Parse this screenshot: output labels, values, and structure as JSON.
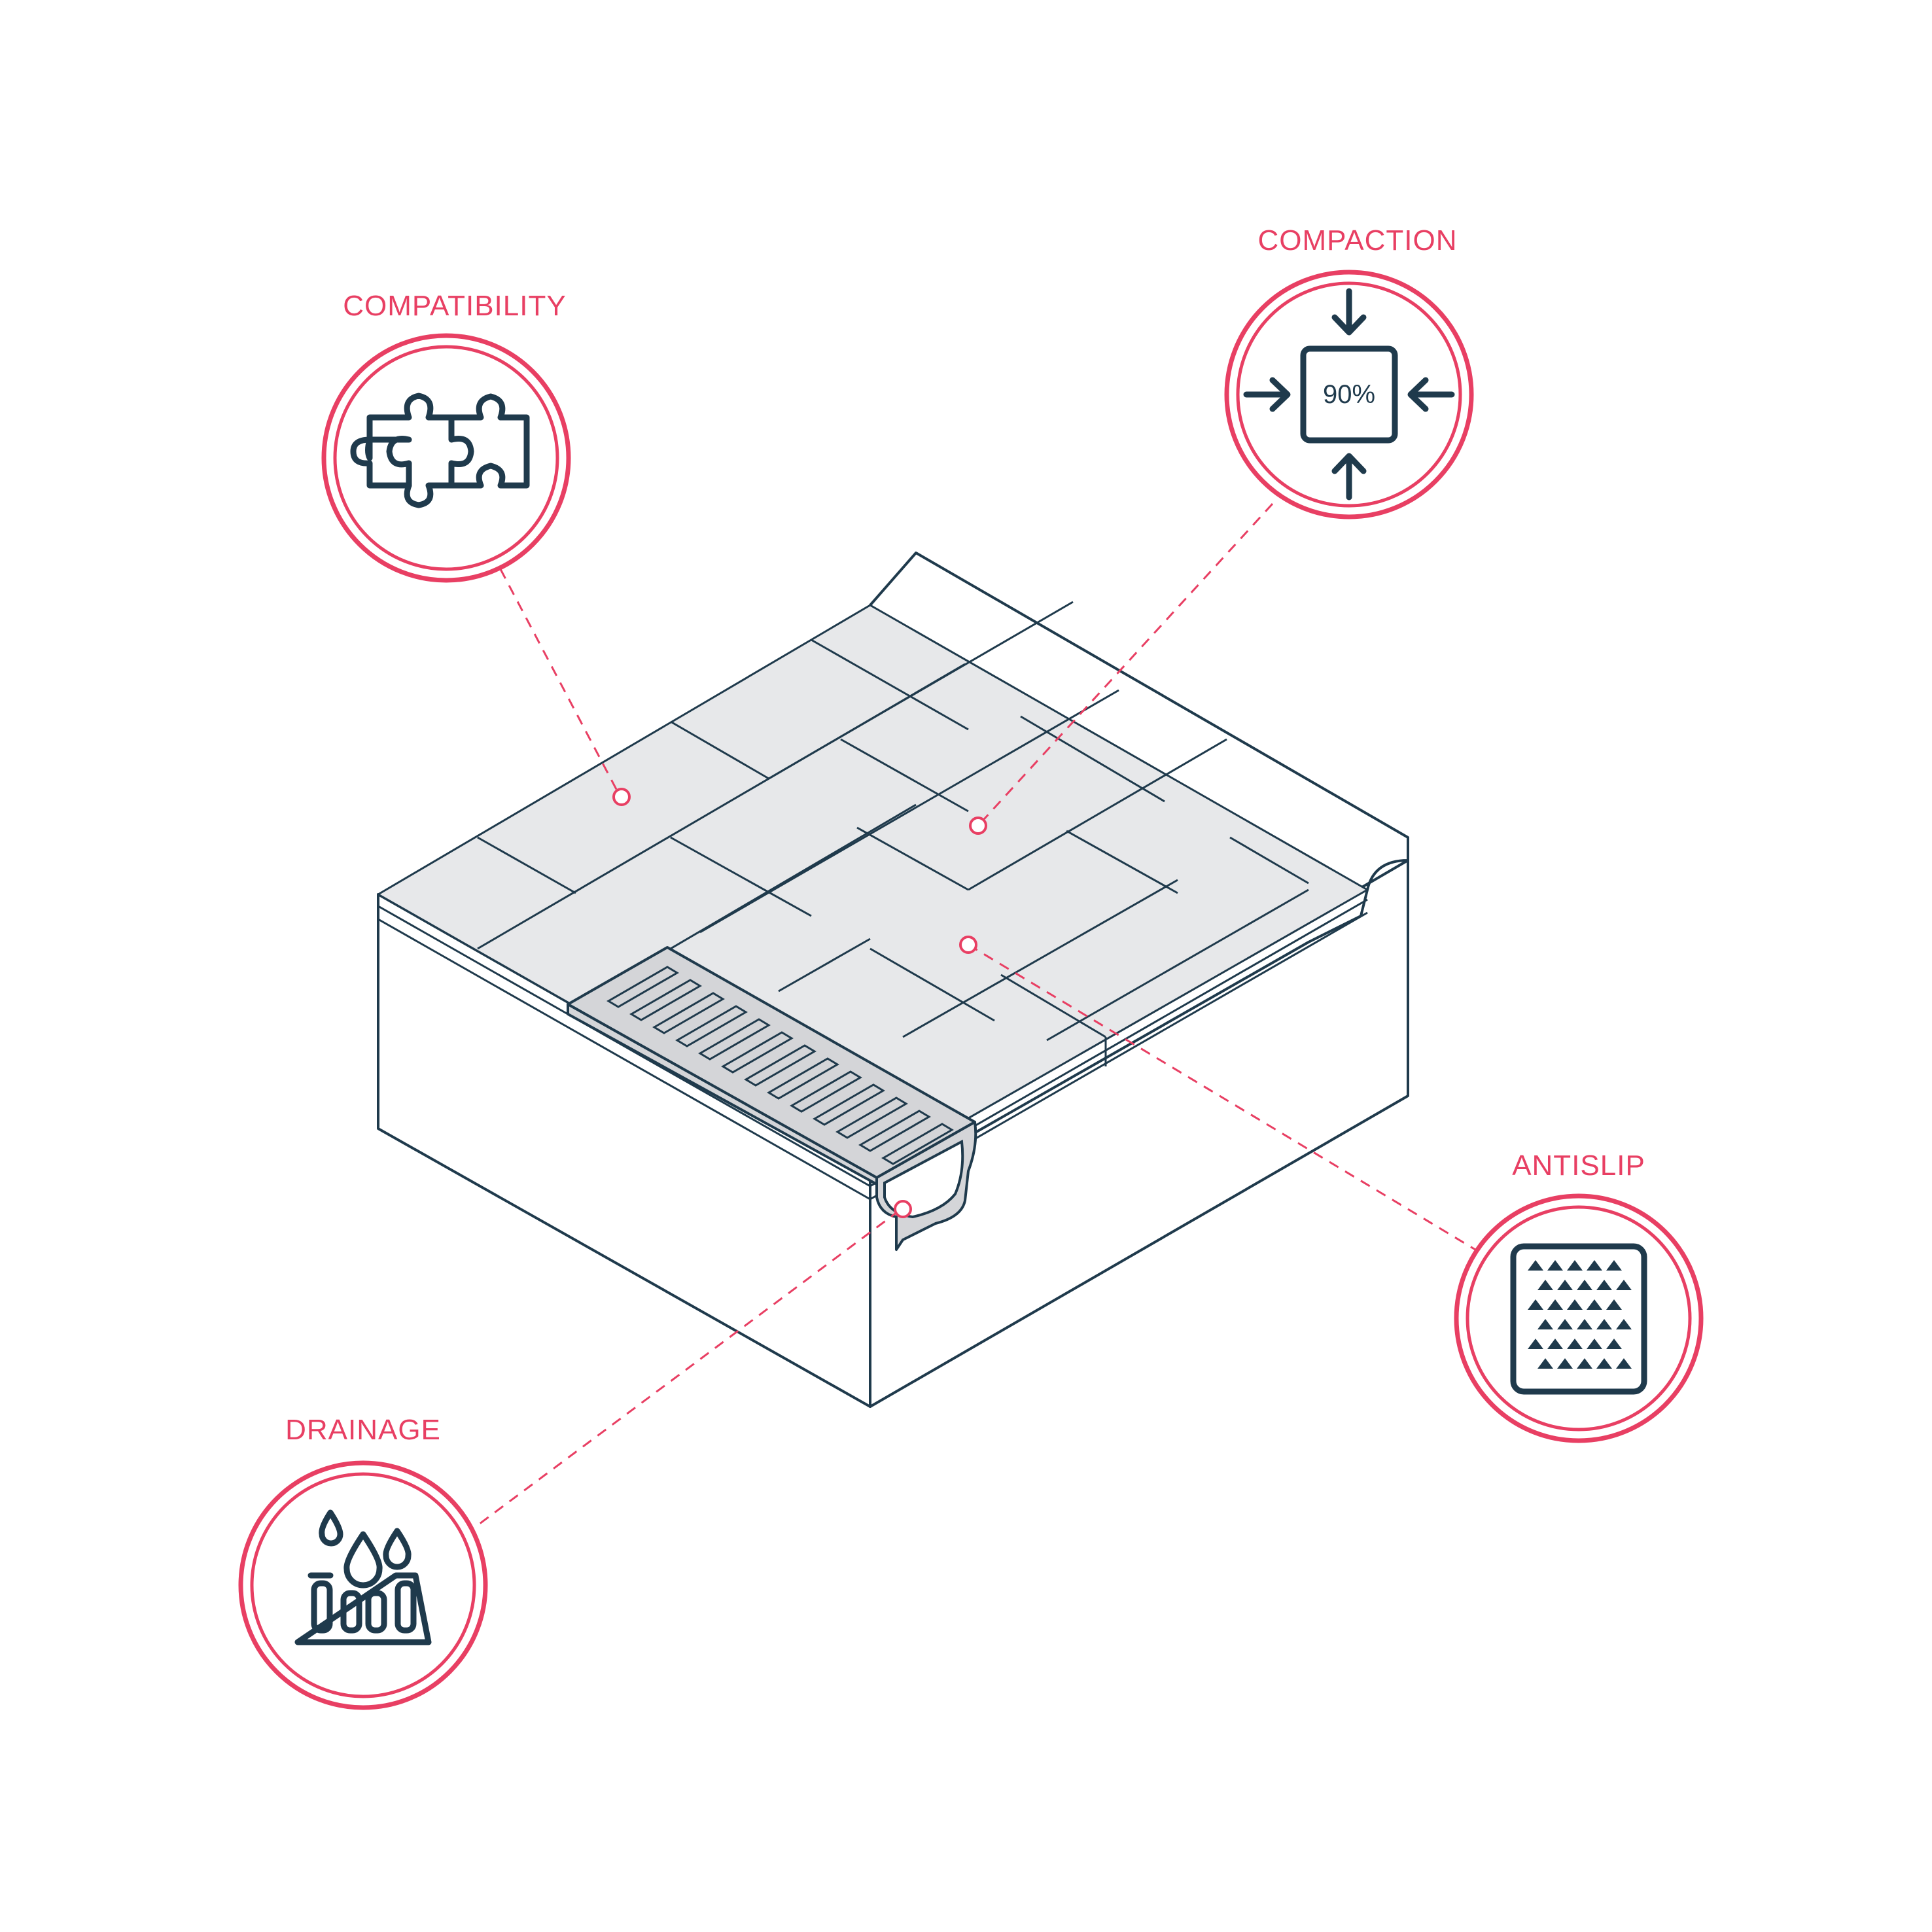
{
  "callouts": {
    "compatibility": {
      "label": "COMPATIBILITY",
      "icon": "puzzle-icon"
    },
    "compaction": {
      "label": "COMPACTION",
      "icon": "compression-arrows-icon",
      "value": "90%"
    },
    "antislip": {
      "label": "ANTISLIP",
      "icon": "textured-surface-icon"
    },
    "drainage": {
      "label": "DRAINAGE",
      "icon": "drain-grate-drops-icon"
    }
  },
  "colors": {
    "accent": "#e83f63",
    "outline": "#1f3a4c",
    "tile": "#e7e8ea",
    "channel": "#d4d5d8"
  }
}
